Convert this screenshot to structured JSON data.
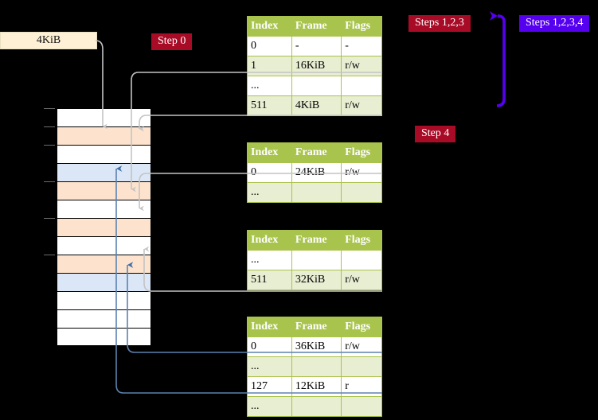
{
  "labels": {
    "size_box": "4KiB",
    "step0": "Step 0",
    "step4": "Step 4",
    "steps123": "Steps 1,2,3",
    "steps1234": "Steps 1,2,3,4"
  },
  "colors": {
    "red_pill": "#a80b26",
    "blue_pill": "#5500ee",
    "table_header": "#a9c44d",
    "table_alt_row": "#e8eed2",
    "highlight": "#f9f7a0",
    "memory_orange": "#fde3cd",
    "memory_blue": "#dbe7f6",
    "size_box": "#fdf0d5",
    "gray_arrow": "#c4c4c4",
    "blue_arrow": "#5b82b0"
  },
  "columns": [
    "Index",
    "Frame",
    "Flags"
  ],
  "tables": [
    {
      "name": "level4-table",
      "rows": [
        {
          "index": "0",
          "frame": "-",
          "flags": "-",
          "style": "plain",
          "highlight": false
        },
        {
          "index": "1",
          "frame": "16KiB",
          "flags": "r/w",
          "style": "alt",
          "highlight": false
        },
        {
          "index": "...",
          "frame": "",
          "flags": "",
          "style": "plain",
          "highlight": false
        },
        {
          "index": "511",
          "frame": "4KiB",
          "flags": "r/w",
          "style": "alt",
          "highlight": true
        }
      ]
    },
    {
      "name": "level3-table",
      "rows": [
        {
          "index": "0",
          "frame": "24KiB",
          "flags": "r/w",
          "style": "plain",
          "highlight": false
        },
        {
          "index": "...",
          "frame": "",
          "flags": "",
          "style": "alt",
          "highlight": false
        }
      ]
    },
    {
      "name": "level2-table",
      "rows": [
        {
          "index": "...",
          "frame": "",
          "flags": "",
          "style": "plain",
          "highlight": false
        },
        {
          "index": "511",
          "frame": "32KiB",
          "flags": "r/w",
          "style": "alt",
          "highlight": false
        }
      ]
    },
    {
      "name": "level1-table",
      "rows": [
        {
          "index": "0",
          "frame": "36KiB",
          "flags": "r/w",
          "style": "plain",
          "highlight": false
        },
        {
          "index": "...",
          "frame": "",
          "flags": "",
          "style": "alt",
          "highlight": false
        },
        {
          "index": "127",
          "frame": "12KiB",
          "flags": "r",
          "style": "plain",
          "highlight": false
        },
        {
          "index": "...",
          "frame": "",
          "flags": "",
          "style": "alt",
          "highlight": false
        }
      ]
    }
  ],
  "memory_rows": [
    {
      "fill": "white"
    },
    {
      "fill": "orange"
    },
    {
      "fill": "white"
    },
    {
      "fill": "blue"
    },
    {
      "fill": "orange"
    },
    {
      "fill": "white"
    },
    {
      "fill": "orange"
    },
    {
      "fill": "white"
    },
    {
      "fill": "orange"
    },
    {
      "fill": "blue"
    },
    {
      "fill": "white"
    },
    {
      "fill": "white"
    },
    {
      "fill": "white"
    }
  ]
}
